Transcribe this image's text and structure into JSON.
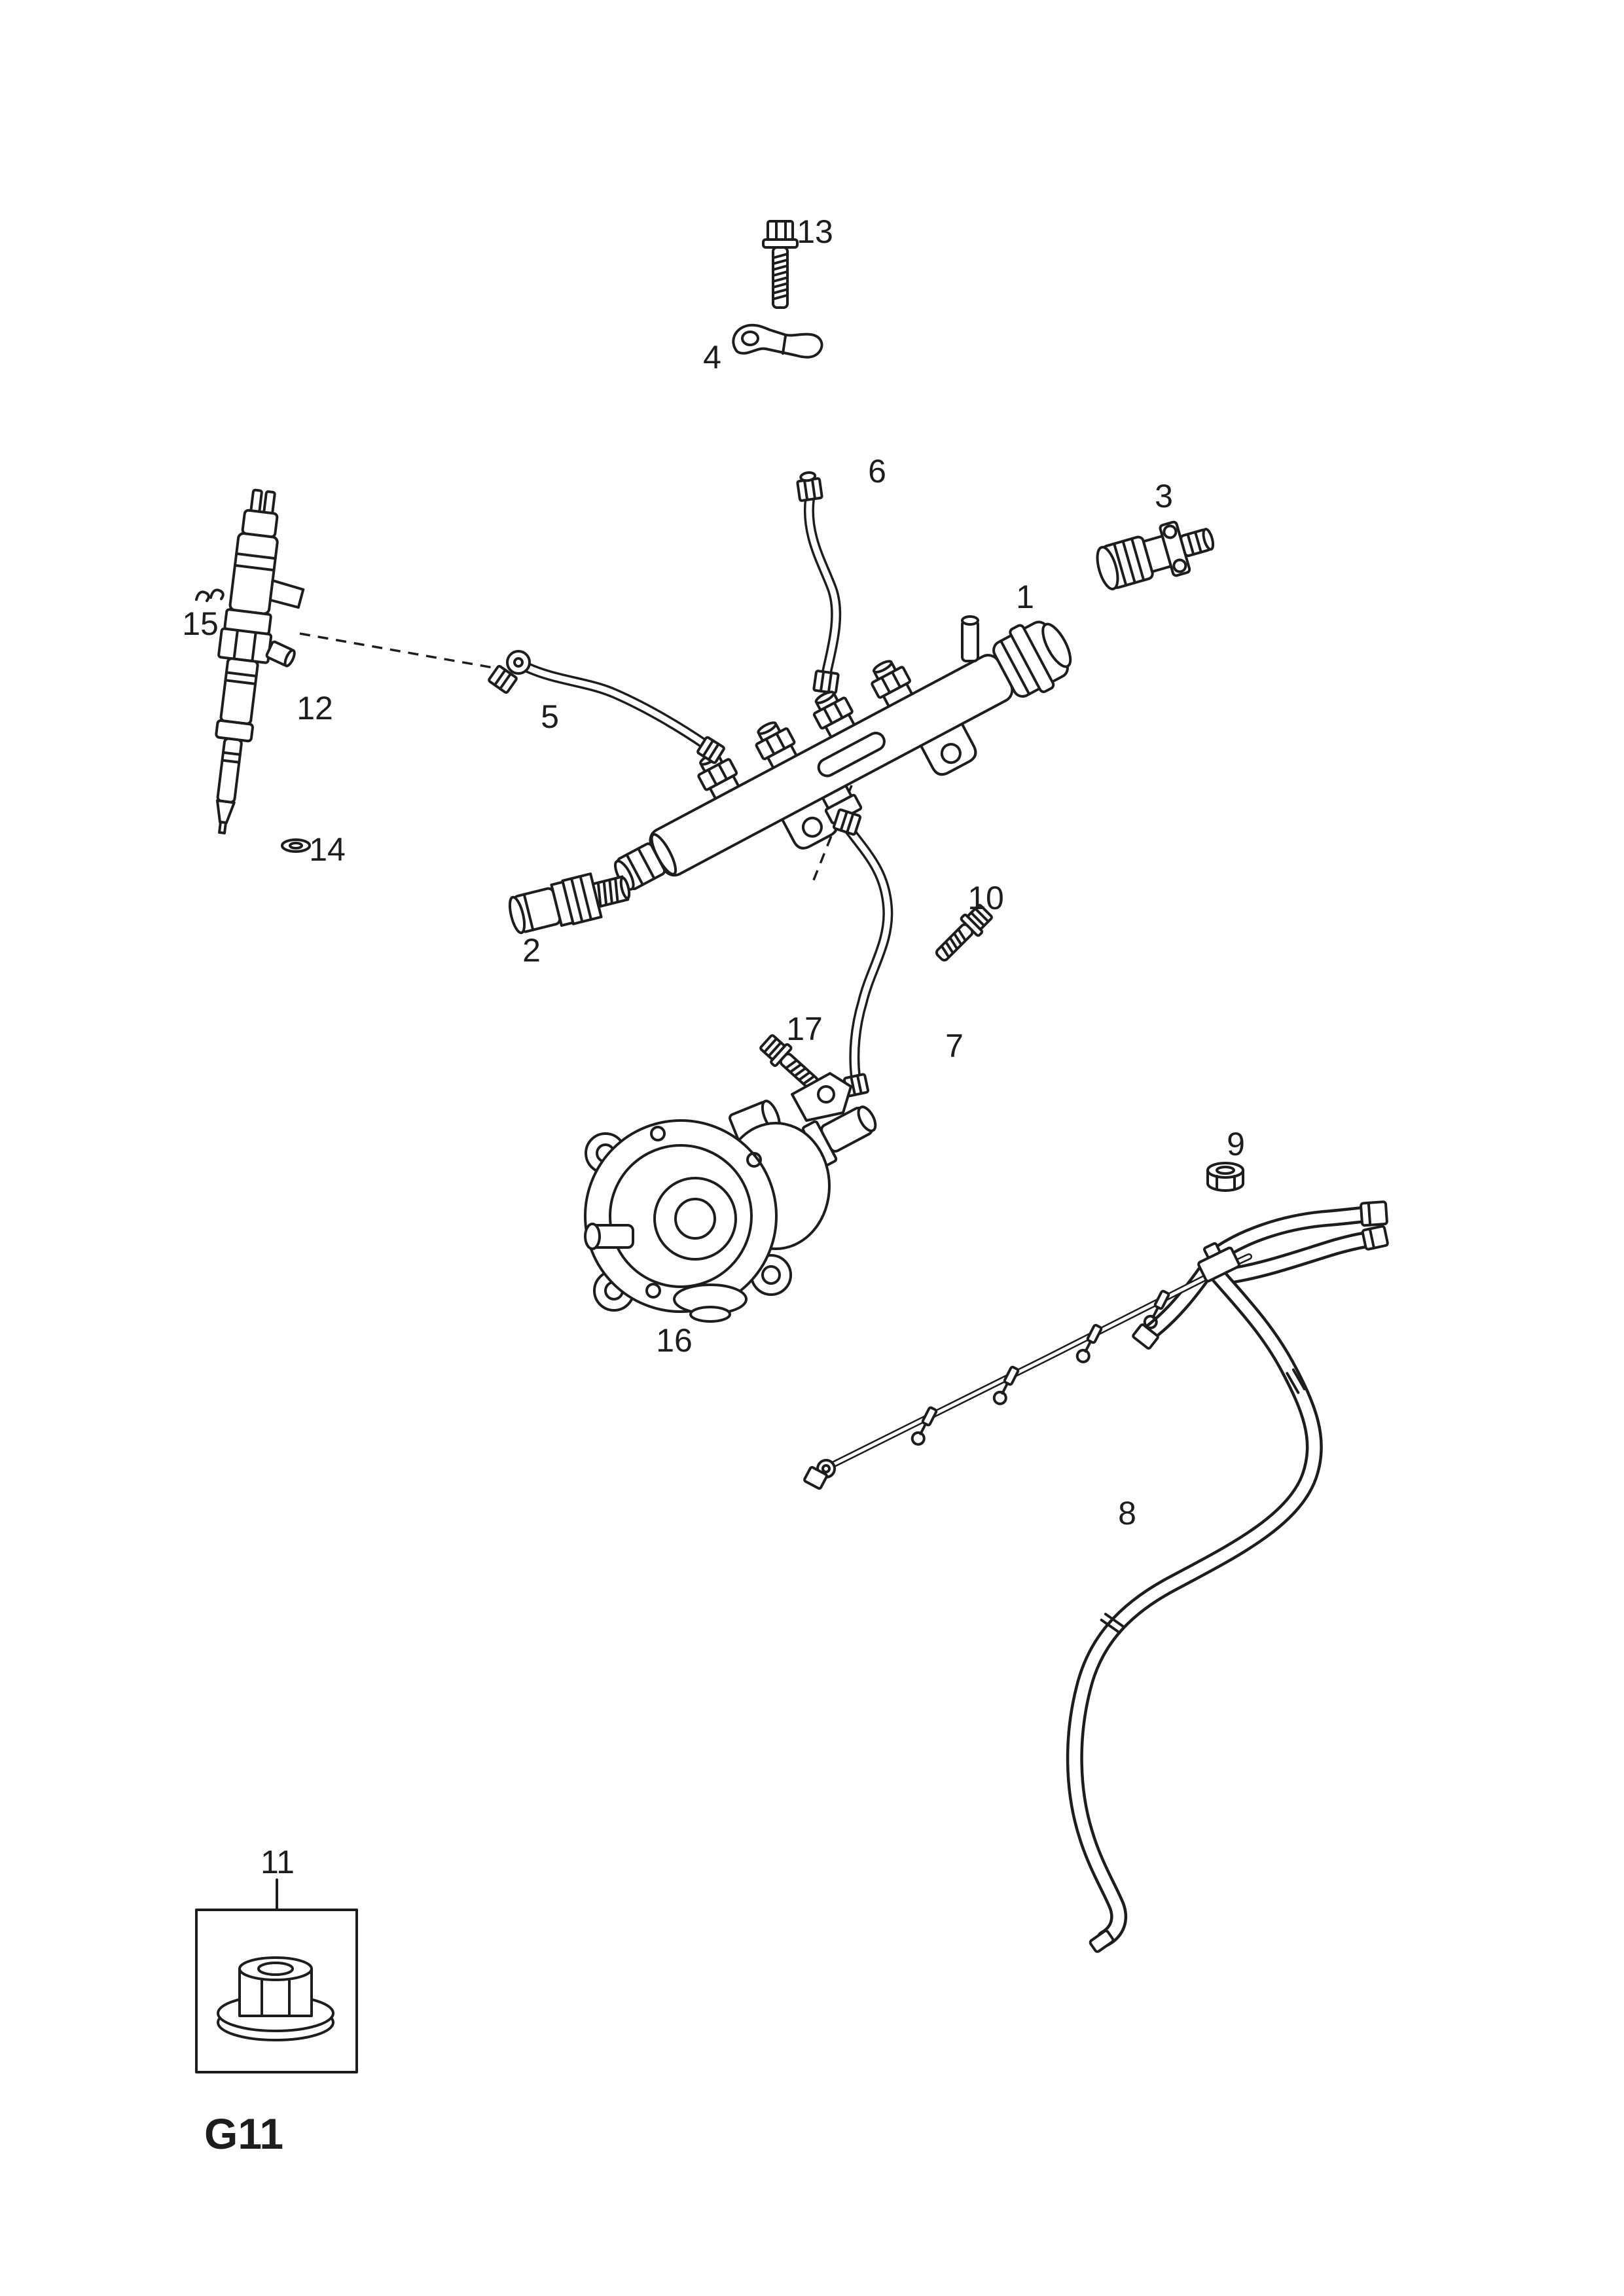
{
  "page": {
    "background_color": "#ffffff",
    "ink_color": "#1d1d1b",
    "section_code": "G11"
  },
  "diagram": {
    "part_labels": {
      "p1": "1",
      "p2": "2",
      "p3": "3",
      "p4": "4",
      "p5": "5",
      "p6": "6",
      "p7": "7",
      "p8": "8",
      "p9": "9",
      "p10": "10",
      "p11": "11",
      "p12": "12",
      "p13": "13",
      "p14": "14",
      "p15": "15",
      "p16": "16",
      "p17": "17"
    }
  }
}
